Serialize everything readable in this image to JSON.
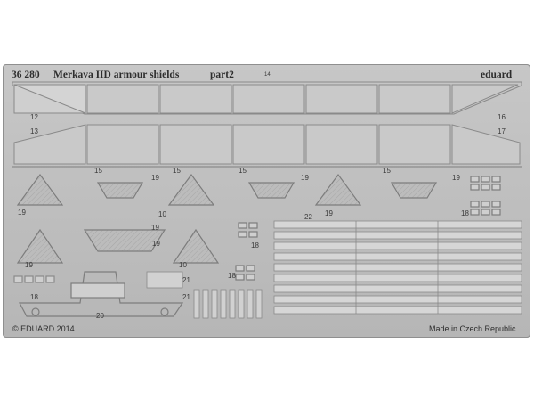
{
  "sheet": {
    "code": "36 280",
    "title": "Merkava IID armour shields",
    "part": "part2",
    "small_mark": "14",
    "brand": "eduard",
    "copyright": "© EDUARD 2014",
    "origin": "Made in Czech Republic"
  },
  "part_numbers": [
    "12",
    "13",
    "15",
    "16",
    "17",
    "18",
    "19",
    "20",
    "21",
    "22",
    "10"
  ],
  "colors": {
    "metal": "#bdbdbd",
    "edge": "#8a8a8a",
    "highlight": "#e2e2e2"
  }
}
